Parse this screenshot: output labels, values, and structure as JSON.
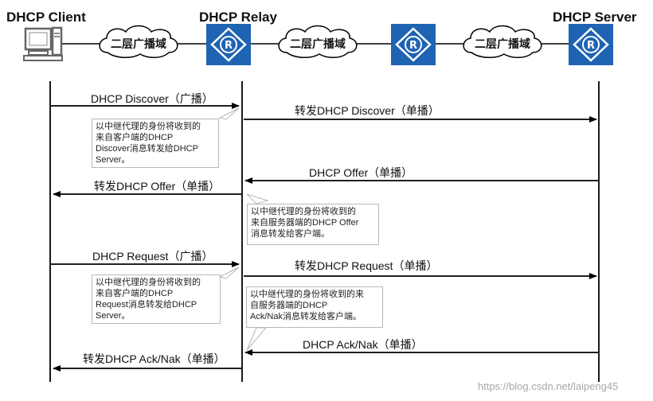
{
  "roles": {
    "client": "DHCP Client",
    "relay": "DHCP Relay",
    "server": "DHCP Server"
  },
  "clouds": [
    "二层广播域",
    "二层广播域",
    "二层广播域"
  ],
  "colors": {
    "router_blue": "#1f63b3",
    "line": "#000000",
    "note_border": "#b8b8b8"
  },
  "icons": [
    "pc-icon",
    "router-icon",
    "router-icon",
    "router-icon"
  ],
  "messages": {
    "discover_client": "DHCP Discover（广播）",
    "discover_relay": "转发DHCP Discover（单播）",
    "offer_server": "DHCP Offer（单播）",
    "offer_relay": "转发DHCP Offer（单播）",
    "request_client": "DHCP Request（广播）",
    "request_relay": "转发DHCP Request（单播）",
    "ack_server": "DHCP Ack/Nak（单播）",
    "ack_relay": "转发DHCP Ack/Nak（单播）"
  },
  "notes": {
    "discover": "以中继代理的身份将收到的\n来自客户端的DHCP\nDiscover消息转发给DHCP\nServer。",
    "offer": "以中继代理的身份将收到的\n来自服务器端的DHCP  Offer\n消息转发给客户端。",
    "request": "以中继代理的身份将收到的\n来自客户端的DHCP\nRequest消息转发给DHCP\nServer。",
    "ack": "以中继代理的身份将收到的来\n自服务器端的DHCP\nAck/Nak消息转发给客户端。"
  },
  "watermark": "https://blog.csdn.net/laipeng45"
}
